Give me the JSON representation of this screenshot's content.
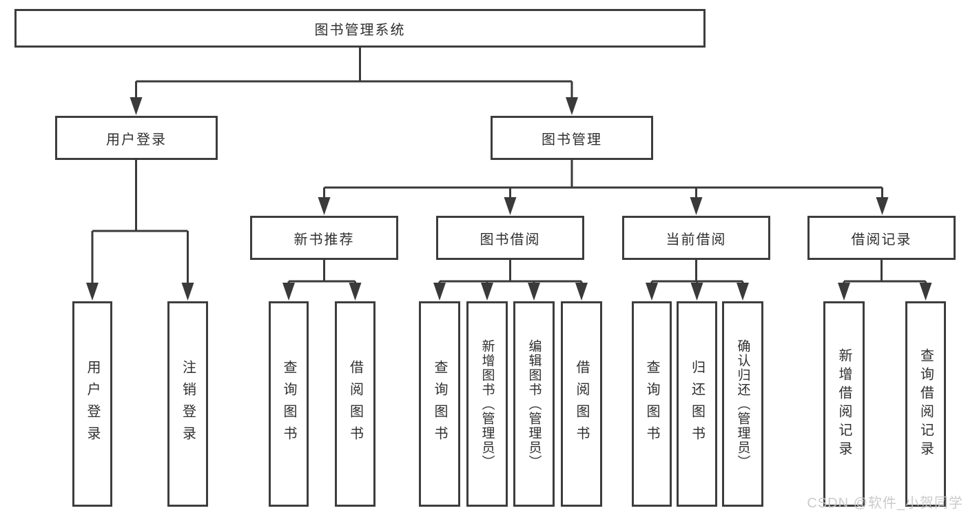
{
  "diagram": {
    "root": {
      "label": "图书管理系统",
      "children": [
        {
          "label": "用户登录",
          "children": [
            {
              "label": "用户登录"
            },
            {
              "label": "注销登录"
            }
          ]
        },
        {
          "label": "图书管理",
          "children": [
            {
              "label": "新书推荐",
              "children": [
                {
                  "label": "查询图书"
                },
                {
                  "label": "借阅图书"
                }
              ]
            },
            {
              "label": "图书借阅",
              "children": [
                {
                  "label": "查询图书"
                },
                {
                  "label": "新增图书（管理员）"
                },
                {
                  "label": "编辑图书（管理员）"
                },
                {
                  "label": "借阅图书"
                }
              ]
            },
            {
              "label": "当前借阅",
              "children": [
                {
                  "label": "查询图书"
                },
                {
                  "label": "归还图书"
                },
                {
                  "label": "确认归还（管理员）"
                }
              ]
            },
            {
              "label": "借阅记录",
              "children": [
                {
                  "label": "新增借阅记录"
                },
                {
                  "label": "查询借阅记录"
                }
              ]
            }
          ]
        }
      ]
    },
    "watermark": {
      "text": "CSDN @软件_小贺同学"
    },
    "colors": {
      "line": "#3a3a3a",
      "box_border": "#3d3d3d",
      "text": "#2f2f2f",
      "background": "#ffffff",
      "watermark": "#c7c7c7"
    }
  }
}
